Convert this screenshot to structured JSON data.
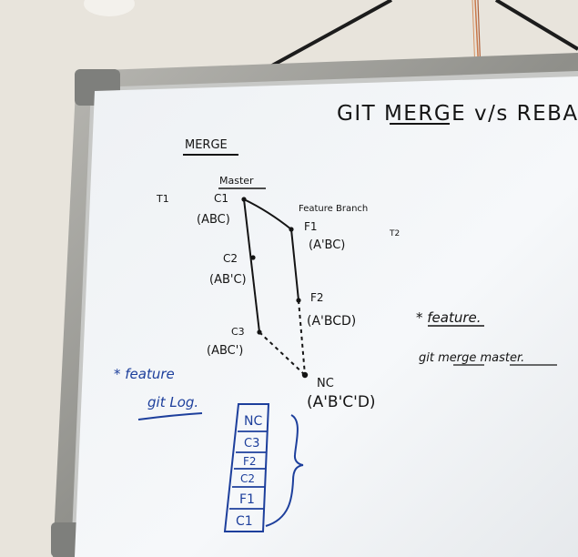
{
  "board": {
    "title": "GIT MERGE v/s REBASE",
    "section_heading": "MERGE",
    "master_label": "Master",
    "feature_branch_label": "Feature Branch",
    "t1_label": "T1",
    "t2_label": "T2"
  },
  "commits": [
    {
      "id": "C1",
      "state": "(ABC)"
    },
    {
      "id": "C2",
      "state": "(AB'C)"
    },
    {
      "id": "C3",
      "state": "(ABC')"
    },
    {
      "id": "F1",
      "state": "(A'BC)"
    },
    {
      "id": "F2",
      "state": "(A'BCD)"
    },
    {
      "id": "NC",
      "state": "(A'B'C'D)"
    }
  ],
  "notes": {
    "feature_heading": "* feature.",
    "merge_command": "git merge master.",
    "feature_heading_blue": "* feature",
    "log_command": "git Log."
  },
  "log_stack": [
    "NC",
    "C3",
    "F2",
    "C2",
    "F1",
    "C1"
  ],
  "colors": {
    "wall": "#e8e4dc",
    "frame": "#9a9a96",
    "board": "#f4f6f8",
    "black_ink": "#141414",
    "blue_ink": "#1d3f9c"
  }
}
